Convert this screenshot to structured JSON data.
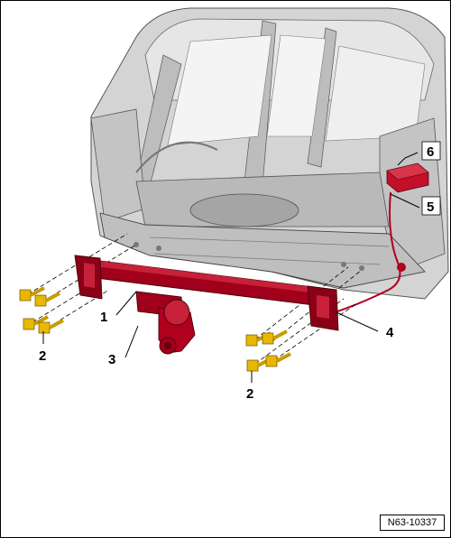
{
  "figure": {
    "callouts": [
      {
        "id": "1",
        "label": "1"
      },
      {
        "id": "2a",
        "label": "2"
      },
      {
        "id": "2b",
        "label": "2"
      },
      {
        "id": "3",
        "label": "3"
      },
      {
        "id": "4",
        "label": "4"
      },
      {
        "id": "5",
        "label": "5"
      },
      {
        "id": "6",
        "label": "6"
      }
    ],
    "reference_code": "N63-10337"
  },
  "colors": {
    "body_gray": "#c8c8c8",
    "body_dark": "#8a8a8a",
    "towbar_red": "#b0001e",
    "bolt_yellow": "#e8b800",
    "line": "#000000"
  }
}
